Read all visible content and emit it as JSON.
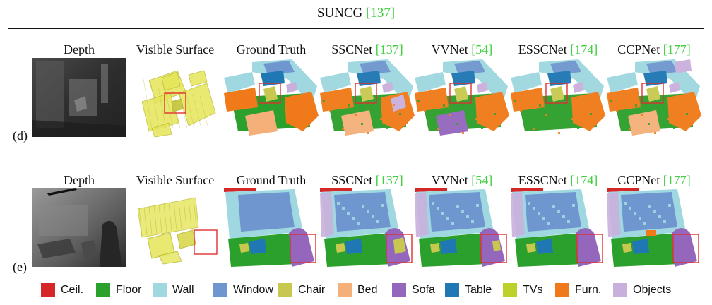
{
  "title": "SUNCG",
  "title_cite": "[137]",
  "columns": [
    {
      "name": "Depth",
      "cite": ""
    },
    {
      "name": "Visible Surface",
      "cite": ""
    },
    {
      "name": "Ground Truth",
      "cite": ""
    },
    {
      "name": "SSCNet",
      "cite": "[137]"
    },
    {
      "name": "VVNet",
      "cite": "[54]"
    },
    {
      "name": "ESSCNet",
      "cite": "[174]"
    },
    {
      "name": "CCPNet",
      "cite": "[177]"
    }
  ],
  "rows": [
    {
      "label": "(d)"
    },
    {
      "label": "(e)"
    }
  ],
  "legend": [
    {
      "label": "Ceil.",
      "color": "#d62728"
    },
    {
      "label": "Floor",
      "color": "#2ca02c"
    },
    {
      "label": "Wall",
      "color": "#9fd8e0"
    },
    {
      "label": "Window",
      "color": "#6f96cf"
    },
    {
      "label": "Chair",
      "color": "#c8c850"
    },
    {
      "label": "Bed",
      "color": "#f5b07a"
    },
    {
      "label": "Sofa",
      "color": "#9467bd"
    },
    {
      "label": "Table",
      "color": "#1f77b4"
    },
    {
      "label": "TVs",
      "color": "#bcd22a"
    },
    {
      "label": "Furn.",
      "color": "#f07a1a"
    },
    {
      "label": "Objects",
      "color": "#c9b0dc"
    }
  ],
  "highlight_color": "#e03030",
  "cite_color": "#3fcf3f"
}
